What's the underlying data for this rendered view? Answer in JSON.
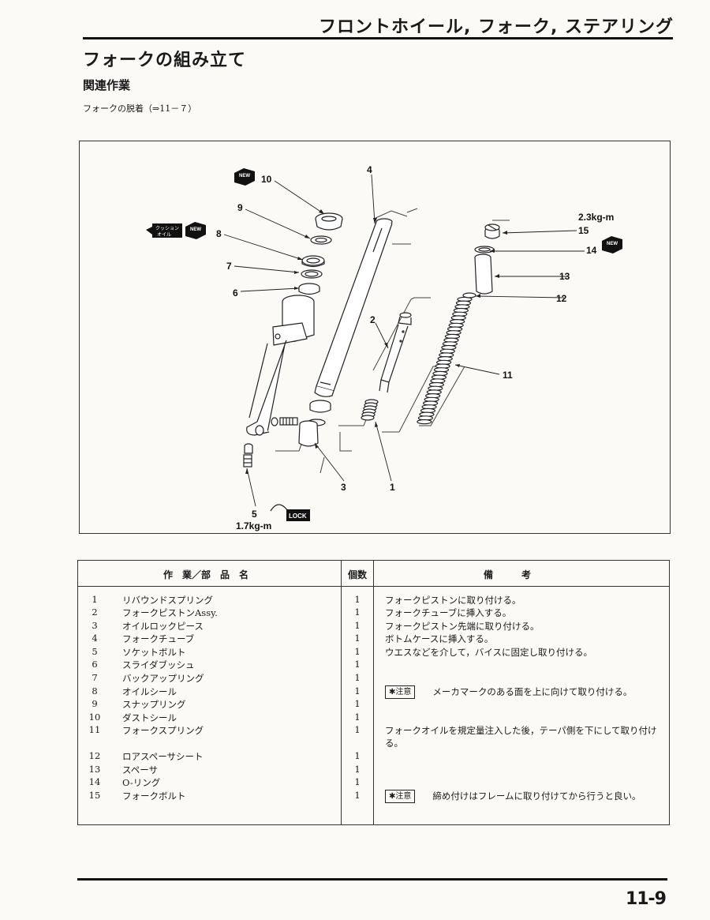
{
  "header": {
    "title": "フロントホイール, フォーク, ステアリング"
  },
  "page_title": "フォークの組み立て",
  "section_title": "関連作業",
  "related_task": "フォークの脱着（⇒11－７）",
  "diagram": {
    "callouts": [
      "1",
      "2",
      "3",
      "4",
      "5",
      "6",
      "7",
      "8",
      "9",
      "10",
      "11",
      "12",
      "13",
      "14",
      "15"
    ],
    "torque_top": "2.3kg-m",
    "torque_bottom": "1.7kg-m",
    "badge_new": "NEW",
    "badge_lock": "LOCK",
    "badge_oil_line1": "クッション",
    "badge_oil_line2": "オイル"
  },
  "table": {
    "headers": {
      "name": "作　業／部　品　名",
      "qty": "個数",
      "remarks": "備　　　考"
    },
    "caution_label": "✱注意",
    "rows": [
      {
        "no": "1",
        "name": "リバウンドスプリング",
        "qty": "1",
        "remark": "フォークピストンに取り付ける。"
      },
      {
        "no": "2",
        "name": "フォークピストンAssy.",
        "qty": "1",
        "remark": "フォークチューブに挿入する。"
      },
      {
        "no": "3",
        "name": "オイルロックピース",
        "qty": "1",
        "remark": "フォークピストン先端に取り付ける。"
      },
      {
        "no": "4",
        "name": "フォークチューブ",
        "qty": "1",
        "remark": "ボトムケースに挿入する。"
      },
      {
        "no": "5",
        "name": "ソケットボルト",
        "qty": "1",
        "remark": "ウエスなどを介して，バイスに固定し取り付ける。"
      },
      {
        "no": "6",
        "name": "スライダブッシュ",
        "qty": "1",
        "remark": ""
      },
      {
        "no": "7",
        "name": "バックアップリング",
        "qty": "1",
        "remark": ""
      },
      {
        "no": "8",
        "name": "オイルシール",
        "qty": "1",
        "remark": "メーカマークのある面を上に向けて取り付ける。"
      },
      {
        "no": "9",
        "name": "スナップリング",
        "qty": "1",
        "remark": ""
      },
      {
        "no": "10",
        "name": "ダストシール",
        "qty": "1",
        "remark": ""
      },
      {
        "no": "11",
        "name": "フォークスプリング",
        "qty": "1",
        "remark": "フォークオイルを規定量注入した後，テーパ側を下にして取り付ける。"
      },
      {
        "no": "12",
        "name": "ロアスペーサシート",
        "qty": "1",
        "remark": ""
      },
      {
        "no": "13",
        "name": "スペーサ",
        "qty": "1",
        "remark": ""
      },
      {
        "no": "14",
        "name": "O-リング",
        "qty": "1",
        "remark": ""
      },
      {
        "no": "15",
        "name": "フォークボルト",
        "qty": "1",
        "remark": "締め付けはフレームに取り付けてから行うと良い。"
      }
    ]
  },
  "page_number": "11-9"
}
